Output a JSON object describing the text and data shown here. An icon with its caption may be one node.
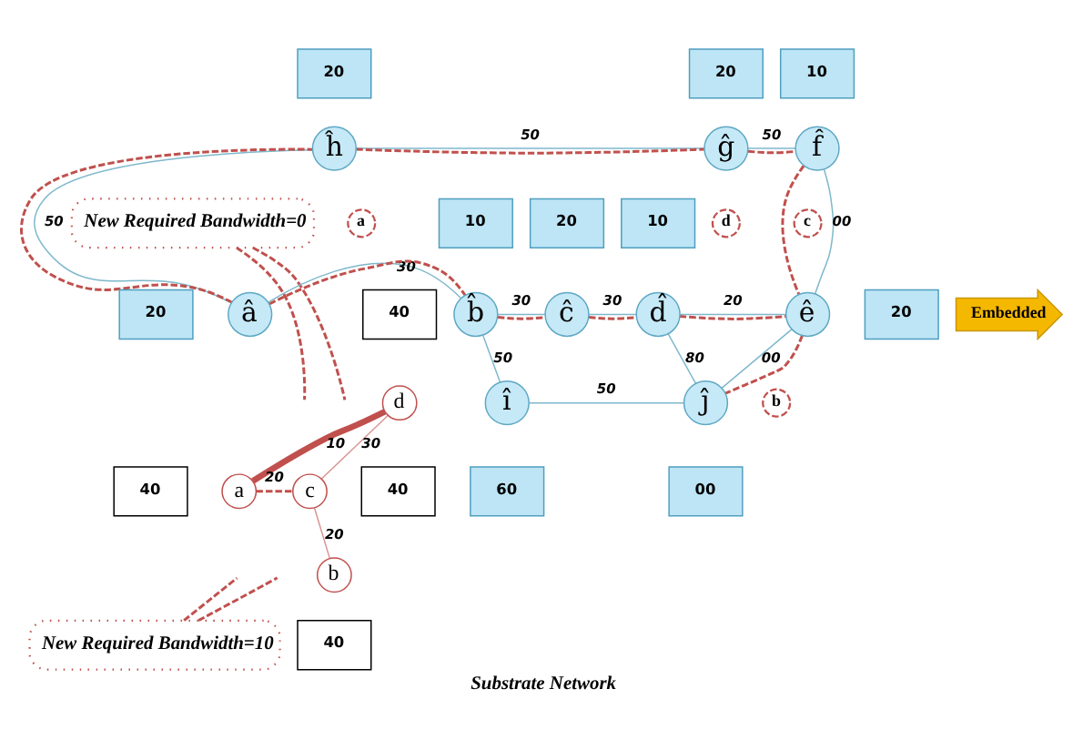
{
  "diagram": {
    "caption": "Substrate Network",
    "nodes": [
      {
        "text": [
          "ĥ"
        ]
      },
      {
        "text": [
          "ĝ"
        ]
      },
      {
        "text": [
          "f̂"
        ]
      },
      {
        "text": [
          "â"
        ]
      },
      {
        "text": [
          "b̂"
        ]
      },
      {
        "text": [
          "ĉ"
        ]
      },
      {
        "text": [
          "d̂"
        ]
      },
      {
        "text": [
          "ê"
        ]
      },
      {
        "text": [
          "New Required Bandwidth=0"
        ]
      },
      {
        "text": [
          "Embedded"
        ]
      },
      {
        "text": [
          "d"
        ]
      },
      {
        "text": [
          "î"
        ]
      },
      {
        "text": [
          "ĵ"
        ]
      },
      {
        "text": [
          "a"
        ]
      },
      {
        "text": [
          "c"
        ]
      },
      {
        "text": [
          "b"
        ]
      },
      {
        "text": [
          "New Required Bandwidth=10"
        ]
      },
      {
        "text": [
          "20"
        ]
      },
      {
        "text": [
          "20"
        ]
      },
      {
        "text": [
          "10"
        ]
      },
      {
        "text": [
          "d"
        ]
      },
      {
        "text": [
          "a"
        ]
      },
      {
        "text": [
          "20"
        ]
      },
      {
        "text": [
          "10"
        ]
      },
      {
        "text": [
          "20"
        ]
      },
      {
        "text": [
          "10"
        ]
      },
      {
        "text": [
          "c"
        ]
      },
      {
        "text": [
          "20"
        ]
      },
      {
        "text": [
          "40"
        ]
      },
      {
        "text": [
          "40"
        ]
      },
      {
        "text": [
          "40"
        ]
      },
      {
        "text": [
          "60"
        ]
      },
      {
        "text": [
          "00"
        ]
      },
      {
        "text": [
          "b"
        ]
      },
      {
        "text": [
          "40"
        ]
      }
    ],
    "edges": [
      {
        "from": 0,
        "to": 1,
        "arrow": "none",
        "label": "50",
        "color": "#7fb8cc"
      },
      {
        "from": 1,
        "to": 2,
        "arrow": "none",
        "label": "50",
        "color": "#7fb8cc"
      },
      {
        "from": 3,
        "to": 0,
        "arrow": "none",
        "label": "50",
        "color": "#7fb8cc"
      },
      {
        "from": 2,
        "to": 7,
        "arrow": "none",
        "label": "00",
        "color": "#7fb8cc"
      },
      {
        "from": 3,
        "to": 4,
        "arrow": "none",
        "label": "30",
        "color": "#7fb8cc"
      },
      {
        "from": 4,
        "to": 5,
        "arrow": "none",
        "label": "30",
        "color": "#7fb8cc"
      },
      {
        "from": 5,
        "to": 6,
        "arrow": "none",
        "label": "30",
        "color": "#7fb8cc"
      },
      {
        "from": 6,
        "to": 7,
        "arrow": "none",
        "label": "20",
        "color": "#7fb8cc"
      },
      {
        "from": 4,
        "to": 11,
        "arrow": "none",
        "label": "50",
        "color": "#7fb8cc"
      },
      {
        "from": 6,
        "to": 12,
        "arrow": "none",
        "label": "80",
        "color": "#7fb8cc"
      },
      {
        "from": 11,
        "to": 12,
        "arrow": "none",
        "label": "50",
        "color": "#7fb8cc"
      },
      {
        "from": 12,
        "to": 7,
        "arrow": "none",
        "label": "00",
        "color": "#7fb8cc"
      },
      {
        "from": 3,
        "to": 0,
        "arrow": "none",
        "style": "dashed",
        "color": "#c0504d"
      },
      {
        "from": 0,
        "to": 1,
        "arrow": "none",
        "style": "dashed",
        "color": "#c0504d"
      },
      {
        "from": 1,
        "to": 2,
        "arrow": "none",
        "style": "dashed",
        "color": "#c0504d"
      },
      {
        "from": 2,
        "to": 7,
        "arrow": "none",
        "style": "dashed",
        "color": "#c0504d"
      },
      {
        "from": 3,
        "to": 4,
        "arrow": "none",
        "style": "dashed",
        "color": "#c0504d"
      },
      {
        "from": 4,
        "to": 5,
        "arrow": "none",
        "style": "dashed",
        "color": "#c0504d"
      },
      {
        "from": 5,
        "to": 6,
        "arrow": "none",
        "style": "dashed",
        "color": "#c0504d"
      },
      {
        "from": 6,
        "to": 7,
        "arrow": "none",
        "style": "dashed",
        "color": "#c0504d"
      },
      {
        "from": 7,
        "to": 12,
        "arrow": "none",
        "style": "dashed",
        "color": "#c0504d"
      },
      {
        "from": 13,
        "to": 10,
        "arrow": "none",
        "label": "10",
        "style": "thick",
        "color": "#c0504d"
      },
      {
        "from": 10,
        "to": 14,
        "arrow": "none",
        "label": "30",
        "color": "#d99694"
      },
      {
        "from": 13,
        "to": 14,
        "arrow": "none",
        "label": "20",
        "style": "dashed",
        "color": "#c0504d"
      },
      {
        "from": 14,
        "to": 15,
        "arrow": "none",
        "label": "20",
        "color": "#d99694"
      },
      {
        "from": 8,
        "to": null,
        "arrow": "none",
        "style": "dashed",
        "color": "#c0504d"
      },
      {
        "from": 8,
        "to": null,
        "arrow": "none",
        "style": "dashed",
        "color": "#c0504d"
      },
      {
        "from": 16,
        "to": null,
        "arrow": "none",
        "style": "dashed",
        "color": "#c0504d"
      },
      {
        "from": 16,
        "to": null,
        "arrow": "none",
        "style": "dashed",
        "color": "#c0504d"
      }
    ]
  }
}
